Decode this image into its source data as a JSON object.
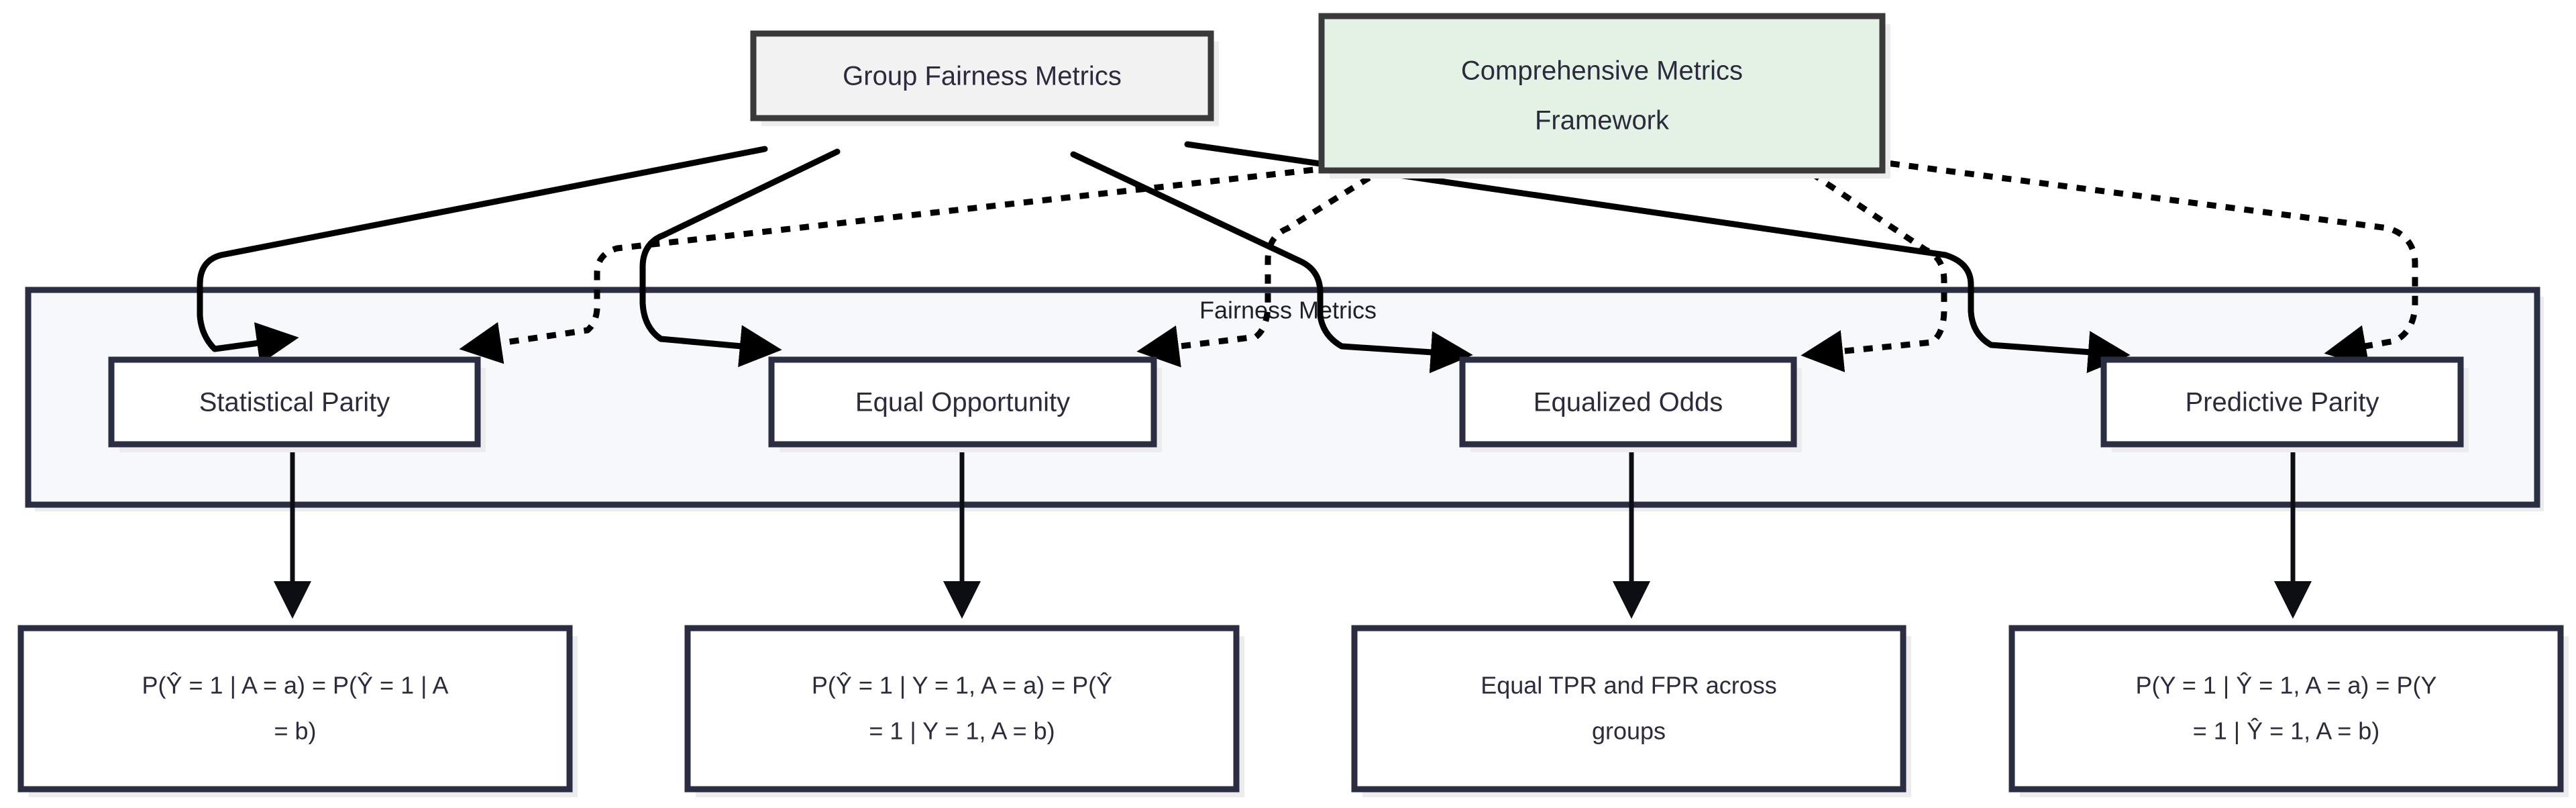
{
  "diagram": {
    "title": "Comprehensive Metrics Framework",
    "cluster_label": "Fairness Metrics",
    "colors": {
      "green_fill": "#e3f2e4",
      "green_stroke": "#3a3a3a",
      "grey_fill": "#f2f2f2",
      "grey_stroke": "#3a3a3a",
      "node_fill": "#ffffff",
      "node_stroke": "#2b2d42",
      "cluster_fill": "#f7f8fb",
      "cluster_stroke": "#2b2d42",
      "text": "#2b2b3d",
      "edge": "#000000"
    }
  },
  "top_nodes": [
    {
      "id": "group-fairness-metrics",
      "label": "Group Fairness Metrics"
    },
    {
      "id": "comprehensive-metrics-framework",
      "label_line1": "Comprehensive Metrics",
      "label_line2": "Framework"
    }
  ],
  "cluster": {
    "label": "Fairness Metrics",
    "metrics": [
      {
        "id": "statistical-parity",
        "label": "Statistical Parity"
      },
      {
        "id": "equal-opportunity",
        "label": "Equal Opportunity"
      },
      {
        "id": "equalized-odds",
        "label": "Equalized Odds"
      },
      {
        "id": "predictive-parity",
        "label": "Predictive Parity"
      }
    ]
  },
  "definitions": [
    {
      "id": "statistical-parity-formula",
      "line1": "P(Ŷ = 1 | A = a) = P(Ŷ = 1 | A",
      "line2": "= b)"
    },
    {
      "id": "equal-opportunity-formula",
      "line1": "P(Ŷ = 1 | Y = 1, A = a) = P(Ŷ",
      "line2": "= 1 | Y = 1, A = b)"
    },
    {
      "id": "equalized-odds-formula",
      "line1": "Equal TPR and FPR across",
      "line2": "groups"
    },
    {
      "id": "predictive-parity-formula",
      "line1": "P(Y = 1 | Ŷ = 1, A = a) = P(Y",
      "line2": "= 1 | Ŷ = 1, A = b)"
    }
  ],
  "edges": [
    {
      "from": "group-fairness-metrics",
      "to": "statistical-parity",
      "style": "solid"
    },
    {
      "from": "group-fairness-metrics",
      "to": "equal-opportunity",
      "style": "solid"
    },
    {
      "from": "group-fairness-metrics",
      "to": "equalized-odds",
      "style": "solid"
    },
    {
      "from": "group-fairness-metrics",
      "to": "predictive-parity",
      "style": "solid"
    },
    {
      "from": "comprehensive-metrics-framework",
      "to": "statistical-parity",
      "style": "dotted"
    },
    {
      "from": "comprehensive-metrics-framework",
      "to": "equal-opportunity",
      "style": "dotted"
    },
    {
      "from": "comprehensive-metrics-framework",
      "to": "equalized-odds",
      "style": "dotted"
    },
    {
      "from": "comprehensive-metrics-framework",
      "to": "predictive-parity",
      "style": "dotted"
    },
    {
      "from": "statistical-parity",
      "to": "statistical-parity-formula",
      "style": "solid-thin"
    },
    {
      "from": "equal-opportunity",
      "to": "equal-opportunity-formula",
      "style": "solid-thin"
    },
    {
      "from": "equalized-odds",
      "to": "equalized-odds-formula",
      "style": "solid-thin"
    },
    {
      "from": "predictive-parity",
      "to": "predictive-parity-formula",
      "style": "solid-thin"
    }
  ]
}
